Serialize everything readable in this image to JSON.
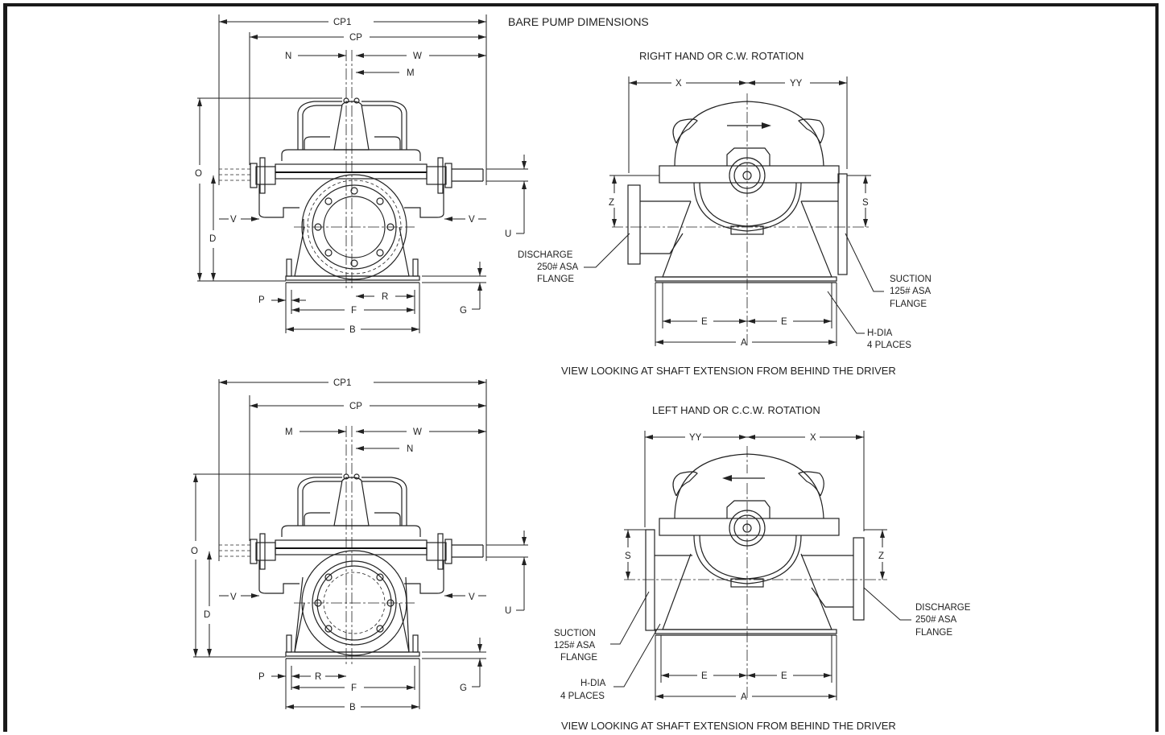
{
  "title": "BARE PUMP DIMENSIONS",
  "right_hand": {
    "heading": "RIGHT HAND OR C.W. ROTATION",
    "caption": "VIEW LOOKING AT SHAFT EXTENSION FROM BEHIND THE DRIVER",
    "side": {
      "cp1": "CP1",
      "cp": "CP",
      "n": "N",
      "w": "W",
      "m": "M",
      "o": "O",
      "v_left": "V",
      "v_right": "V",
      "d": "D",
      "u": "U",
      "p": "P",
      "r": "R",
      "f": "F",
      "g": "G",
      "b": "B"
    },
    "end": {
      "x": "X",
      "yy": "YY",
      "z": "Z",
      "s": "S",
      "e_left": "E",
      "e_right": "E",
      "a": "A",
      "discharge": [
        "DISCHARGE",
        "250# ASA",
        "FLANGE"
      ],
      "suction": [
        "SUCTION",
        "125# ASA",
        "FLANGE"
      ],
      "hdia": [
        "H-DIA",
        "4 PLACES"
      ]
    }
  },
  "left_hand": {
    "heading": "LEFT HAND OR C.C.W. ROTATION",
    "caption": "VIEW LOOKING AT SHAFT EXTENSION FROM BEHIND THE DRIVER",
    "side": {
      "cp1": "CP1",
      "cp": "CP",
      "m": "M",
      "w": "W",
      "n": "N",
      "o": "O",
      "v_left": "V",
      "v_right": "V",
      "d": "D",
      "u": "U",
      "p": "P",
      "r": "R",
      "f": "F",
      "g": "G",
      "b": "B"
    },
    "end": {
      "yy": "YY",
      "x": "X",
      "s": "S",
      "z": "Z",
      "e_left": "E",
      "e_right": "E",
      "a": "A",
      "discharge": [
        "DISCHARGE",
        "250# ASA",
        "FLANGE"
      ],
      "suction": [
        "SUCTION",
        "125# ASA",
        "FLANGE"
      ],
      "hdia": [
        "H-DIA",
        "4 PLACES"
      ]
    }
  }
}
